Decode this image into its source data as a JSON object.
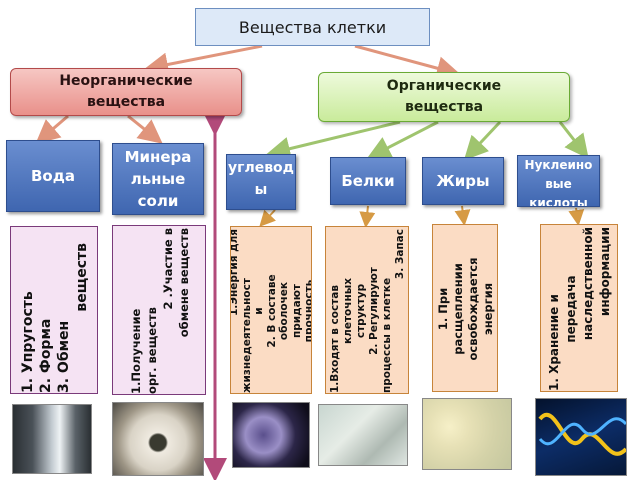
{
  "title": "Вещества клетки",
  "inorganic": {
    "line1": "Неорганические",
    "line2": "вещества"
  },
  "organic": {
    "line1": "Органические",
    "line2": "вещества"
  },
  "categories": {
    "water": "Вода",
    "minerals": {
      "line1": "Минера",
      "line2": "льные",
      "line3": "соли"
    },
    "carbs": {
      "line1": "углевод",
      "line2": "ы"
    },
    "proteins": "Белки",
    "fats": "Жиры",
    "nucleic": {
      "line1": "Нуклеино",
      "line2": "вые",
      "line3": "кислоты"
    }
  },
  "descriptions": {
    "water": [
      "1. Упругость",
      "2. Форма",
      "3. Обмен",
      "веществ"
    ],
    "minerals": [
      "1.Получение",
      "орг. веществ",
      "2 .Участие в",
      "обмене веществ"
    ],
    "energy": "1.Энергия для",
    "carbs": [
      "жизнедеятельност",
      "и",
      "2. В составе",
      "оболочек",
      "придают",
      "прочность"
    ],
    "proteins": [
      "1.Входят в состав",
      "клеточных",
      "структур",
      "2. Регулируют",
      "процессы в клетке",
      "3. Запас"
    ],
    "fats": [
      "1. При",
      "расщеплении",
      "освобождается",
      "энергия"
    ],
    "nucleic": [
      "1. Хранение и",
      "передача",
      "наследственной",
      "информации"
    ]
  },
  "colors": {
    "title_fill": "#dde9f8",
    "inorganic_fill": "#ef9f99",
    "organic_fill": "#d8f1b6",
    "category_fill": "#4f74bd",
    "inorganic_desc_fill": "#f5e3f3",
    "organic_desc_fill": "#fbdcc4",
    "arrow_inorganic": "#e0957c",
    "arrow_organic": "#9fc46e",
    "arrow_small": "#d69a44",
    "divider": "#b24a7a"
  },
  "photos": [
    "ice-photo-icon",
    "mineral-dish-photo-icon",
    "starch-grains-photo-icon",
    "protein-crystal-photo-icon",
    "fat-cells-photo-icon",
    "dna-helix-photo-icon"
  ]
}
